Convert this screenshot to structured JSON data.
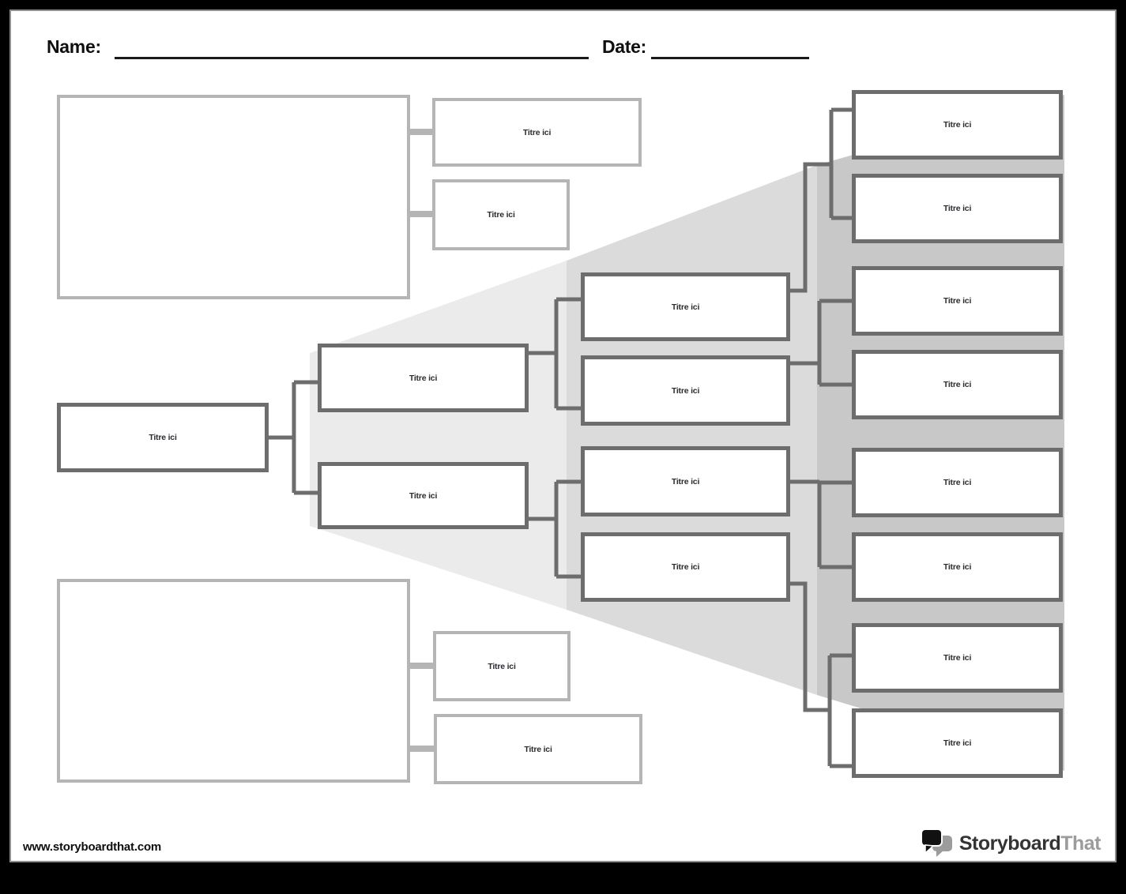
{
  "header": {
    "name_label": "Name:",
    "date_label": "Date:"
  },
  "placeholder_label": "Titre ici",
  "tree": {
    "root": {
      "label": "Titre ici"
    },
    "level2": [
      {
        "label": "Titre ici"
      },
      {
        "label": "Titre ici"
      }
    ],
    "level3": [
      {
        "label": "Titre ici"
      },
      {
        "label": "Titre ici"
      },
      {
        "label": "Titre ici"
      },
      {
        "label": "Titre ici"
      }
    ],
    "level4": [
      {
        "label": "Titre ici"
      },
      {
        "label": "Titre ici"
      },
      {
        "label": "Titre ici"
      },
      {
        "label": "Titre ici"
      },
      {
        "label": "Titre ici"
      },
      {
        "label": "Titre ici"
      },
      {
        "label": "Titre ici"
      },
      {
        "label": "Titre ici"
      }
    ],
    "top_annex": [
      {
        "label": "Titre ici"
      },
      {
        "label": "Titre ici"
      }
    ],
    "bottom_annex": [
      {
        "label": "Titre ici"
      },
      {
        "label": "Titre ici"
      }
    ]
  },
  "footer": {
    "website": "www.storyboardthat.com",
    "logo": {
      "brand_primary": "Storyboard",
      "brand_secondary": "That"
    }
  },
  "colors": {
    "tree_border": "#6d6d6d",
    "annex_border": "#b5b5b5",
    "wedge_light": "#ebebeb",
    "wedge_mid": "#dbdbdb",
    "wedge_dark": "#c8c8c8",
    "logo_secondary": "#9c9c9c",
    "page_background": "#ffffff",
    "backdrop": "#000000"
  }
}
